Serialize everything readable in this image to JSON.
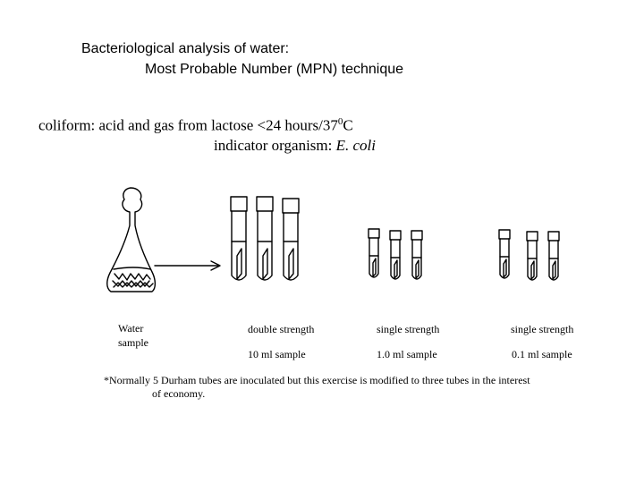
{
  "title": {
    "line1": "Bacteriological analysis of water:",
    "line2": "Most Probable Number (MPN) technique"
  },
  "subtitle": {
    "line1_text": "coliform: acid and gas from lactose <24 hours/37",
    "line1_sup": "0",
    "line1_end": "C",
    "line2_text": "indicator organism: ",
    "line2_italic": "E. coli"
  },
  "flask": {
    "label_line1": "Water",
    "label_line2": "sample"
  },
  "tube_groups": [
    {
      "strength": "double strength",
      "volume": "10 ml sample"
    },
    {
      "strength": "single strength",
      "volume": "1.0 ml sample"
    },
    {
      "strength": "single strength",
      "volume": "0.1 ml sample"
    }
  ],
  "footnote": {
    "line1": "*Normally 5 Durham tubes are inoculated but this exercise is modified to three tubes in the interest",
    "line2": "of economy."
  }
}
